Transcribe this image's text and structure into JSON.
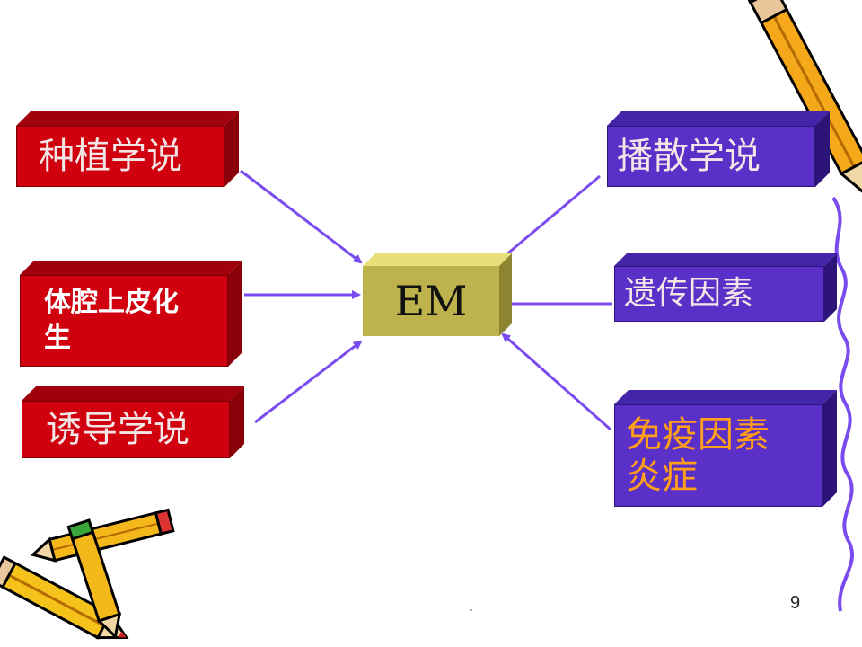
{
  "center": {
    "label": "EM"
  },
  "left_boxes": [
    {
      "label": "种植学说"
    },
    {
      "label_lines": [
        "体腔上皮化",
        "生"
      ]
    },
    {
      "label": "诱导学说"
    }
  ],
  "right_boxes": [
    {
      "label": "播散学说"
    },
    {
      "label": "遗传因素"
    },
    {
      "label_lines": [
        "免疫因素",
        "炎症"
      ]
    }
  ],
  "colors": {
    "left_box": "#d0000e",
    "right_box": "#5a30c8",
    "center_box": "#bdb24c",
    "arrow": "#7a4cf0",
    "immune_text": "#ff9f1a"
  },
  "footer": {
    "dot": ".",
    "page_number": "9"
  }
}
